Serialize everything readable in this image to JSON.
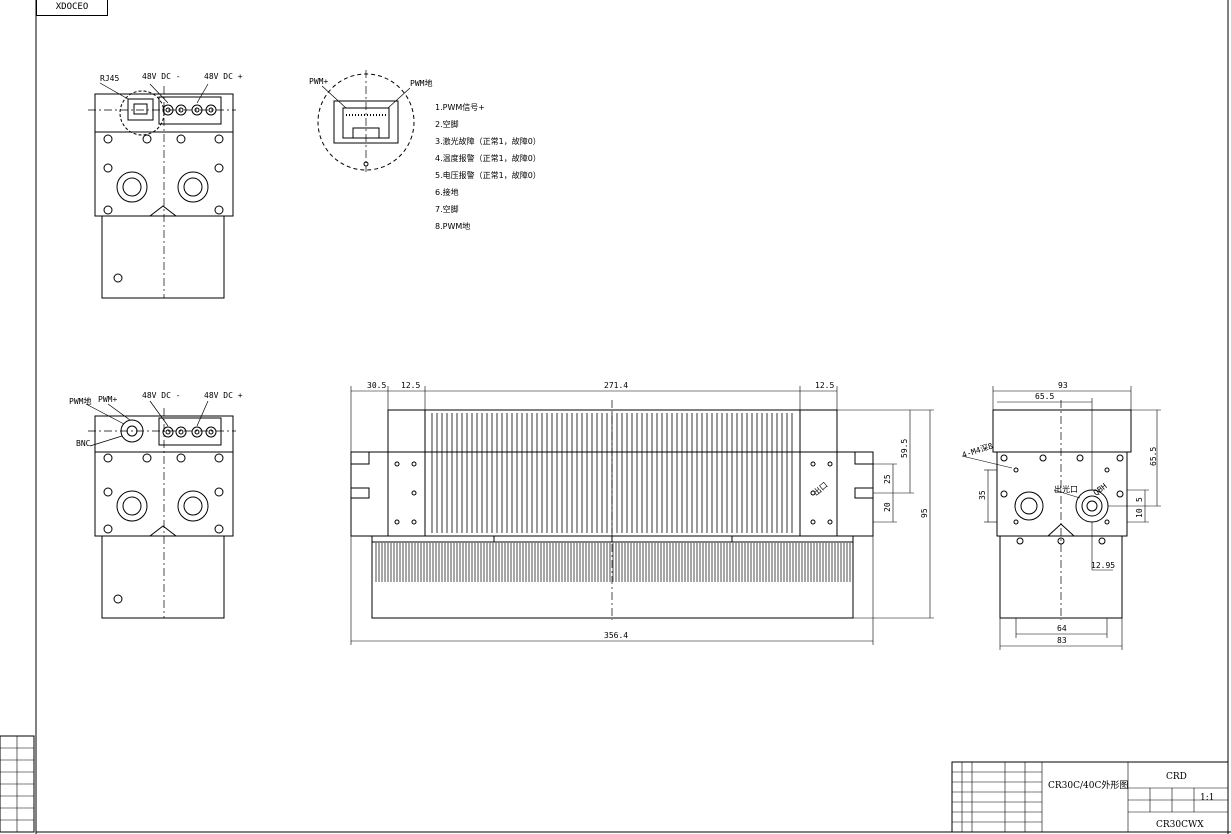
{
  "stamp": "XDOCEO",
  "top_view": {
    "rj45": "RJ45",
    "dc_neg": "48V DC -",
    "dc_pos": "48V DC +"
  },
  "connector_detail": {
    "pwm_plus": "PWM+",
    "pwm_gnd": "PWM地",
    "pins": [
      "1.PWM信号+",
      "2.空脚",
      "3.激光故障（正常1，故障0）",
      "4.温度报警（正常1，故障0）",
      "5.电压报警（正常1，故障0）",
      "6.接地",
      "7.空脚",
      "8.PWM地"
    ]
  },
  "bnc_view": {
    "pwm_gnd": "PWM地",
    "pwm_plus": "PWM+",
    "bnc": "BNC",
    "dc_neg": "48V DC -",
    "dc_pos": "48V DC +"
  },
  "side_view": {
    "d_30_5": "30.5",
    "d_12_5_left": "12.5",
    "d_271_4": "271.4",
    "d_12_5_right": "12.5",
    "d_59_5": "59.5",
    "d_25": "25",
    "d_20": "20",
    "d_95": "95",
    "d_356_4": "356.4",
    "port_label": "出口"
  },
  "end_view": {
    "d_93": "93",
    "d_65_5": "65.5",
    "d_65_5_v": "65.5",
    "d_35": "35",
    "d_5": "5",
    "d_10": "10",
    "d_12_95": "12.95",
    "d_64": "64",
    "d_83": "83",
    "hole_label": "4-M4深8",
    "outlet": "出光口",
    "fiber": "QBH"
  },
  "title_block": {
    "title": "CR30C/40C外形图",
    "company": "CRD",
    "drawing_no": "CR30CWX",
    "scale": "1:1"
  }
}
